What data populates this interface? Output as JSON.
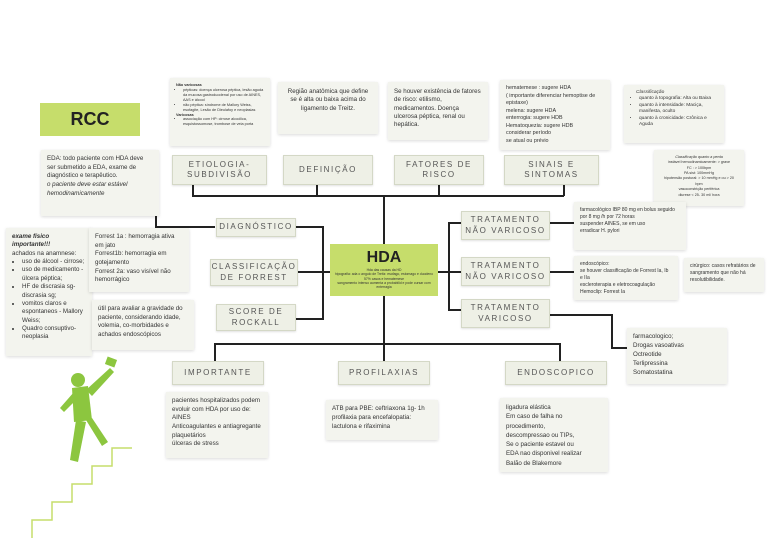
{
  "colors": {
    "accent": "#c6dd6b",
    "node_bg": "#eef0e6",
    "note_bg": "#f3f4ee",
    "figure": "#8cc63f"
  },
  "rcc": {
    "label": "RCC"
  },
  "center": {
    "title": "HDA",
    "lines": [
      "Hda das causas da HD",
      "hipografia: ada o angulo de Treitz: esofago, estomago e duodeno",
      "57% casos e hematemese",
      "sangramento intenso aumenta a probabilid e pode cursar com enterragia"
    ]
  },
  "nodes": {
    "etiologia": "ETIOLOGIA-SUBDIVISÃO",
    "definicao": "DEFINIÇÃO",
    "fatores": "FATORES DE RISCO",
    "sinais": "SINAIS E SINTOMAS",
    "diagnostico": "DIAGNÓSTICO",
    "forrest": "CLASSIFICAÇÃO DE FORREST",
    "rockall": "SCORE DE ROCKALL",
    "trat_nao_varicoso_1": "TRATAMENTO NÃO VARICOSO",
    "trat_nao_varicoso_2": "TRATAMENTO NÃO VARICOSO",
    "trat_varicoso": "TRATAMENTO VARICOSO",
    "importante": "IMPORTANTE",
    "profilaxias": "PROFILAXIAS",
    "endoscopico": "ENDOSCOPICO"
  },
  "notes": {
    "etiologia": {
      "h1": "Não varicosas",
      "items1": [
        "pépticas: doença ulcerosa péptica, lesão aguda da mucosa gastroduodenal por uso de AINES, AAS e álcool",
        "não péptica: síndrome de Mallory Weiss, esofagite, Lesão de Dieulafoy e neoplasias"
      ],
      "h2": "Varicosas",
      "items2": [
        "associação com HP: cirrose alcoólica, esquistossomose, trombose de veia porta"
      ]
    },
    "definicao": "Região anatômica que define se é alta ou baixa acima do ligamento de Treitz.",
    "fatores": "Se houver existência de fatores de risco: etilismo, medicamentos. Doença ulcerosa péptica, renal ou hepática.",
    "sinais": [
      "hematemese : sugere HDA",
      "( importante diferenciar hemoptise de epistaxe)",
      "melena: sugere HDA",
      "enterrogia: sugere HDB",
      "Hematoquezia: sugere HDB",
      "considerar período",
      "se atual ou prévio"
    ],
    "classificacao": {
      "title": "Classificação",
      "items": [
        "quanto à topografia: Alta ou Baixa",
        "quanto à intensidade: Maciça, manifesta, oculto",
        "quanto à cronicidade: Crônica e Aguda"
      ]
    },
    "perda": [
      "Classificação quanto a perda",
      "instável hemodinamicamente: > grave",
      "FC : > 100bpm",
      "PA sist: 100mmHg",
      "hipotensão postural: > 10 mmHg e ou > 20 bpm",
      "vasoconstrição periférica",
      "diurese < 25- 30 ml/ hora"
    ],
    "eda": [
      "EDA: todo paciente com HDA deve ser submetido a EDA, exame de diagnóstico e terapêutico.",
      "o paciente deve estar estável hemodinamicamente"
    ],
    "exame": {
      "title": "exame físico importante!!!",
      "sub": "achados na anamnese:",
      "items": [
        "uso de álcool - cirrose;",
        "uso de medicamento - úlcera péptica;",
        "HF de discrasia sg- discrasia sg;",
        "vomitos claros e espontaneos - Mallory Weiss;",
        "Quadro consuptivo- neoplasia"
      ]
    },
    "forrest": [
      "Forrest 1a : hemorragia ativa em jato",
      "Forrest1b: hemorragia em gotejamento",
      "Forrest 2a: vaso visível não hemorrágico"
    ],
    "rockall": "útil para avaliar a gravidade do paciente, considerando idade, volemia, co-morbidades e achados endoscópicos",
    "trat1": [
      "farmacológico IBP 80 mg en bolus seguido por 8 mg /h por 72 horas",
      "suspender AINES, se em uso",
      "erradicar H. pylori"
    ],
    "trat2": [
      "endoscópico:",
      "se houver classificação de Forrest Ia, Ib e IIa",
      "escleroterapia e eletrocoagulação",
      "Hemoclip: Forrest Ia"
    ],
    "cirurgico": "cirúrgico: casos refratários de sangramento que não há resolutibilidade.",
    "varicoso": [
      "farmacologico;",
      "Drogas vasoativas",
      "Octreotide",
      "Terlipressina",
      "Somatostatina"
    ],
    "importante": [
      "pacientes hospitalizados podem evoluir com HDA por uso de: AINES",
      "Anticoagulantes e antiagregante plaquetários",
      "úlceras de stress"
    ],
    "profilaxias": [
      "ATB para PBE: ceftriaxona 1g- 1h",
      "profilaxia para encefalopatia: lactulona e rifaximina"
    ],
    "endoscopico": [
      "ligadura elástica",
      "Em caso de falha no procedimento,",
      "descompressao ou TIPs,",
      "Se o paciente estavel ou",
      "EDA nao disponivel realizar",
      "Balão de Blakemore"
    ]
  }
}
